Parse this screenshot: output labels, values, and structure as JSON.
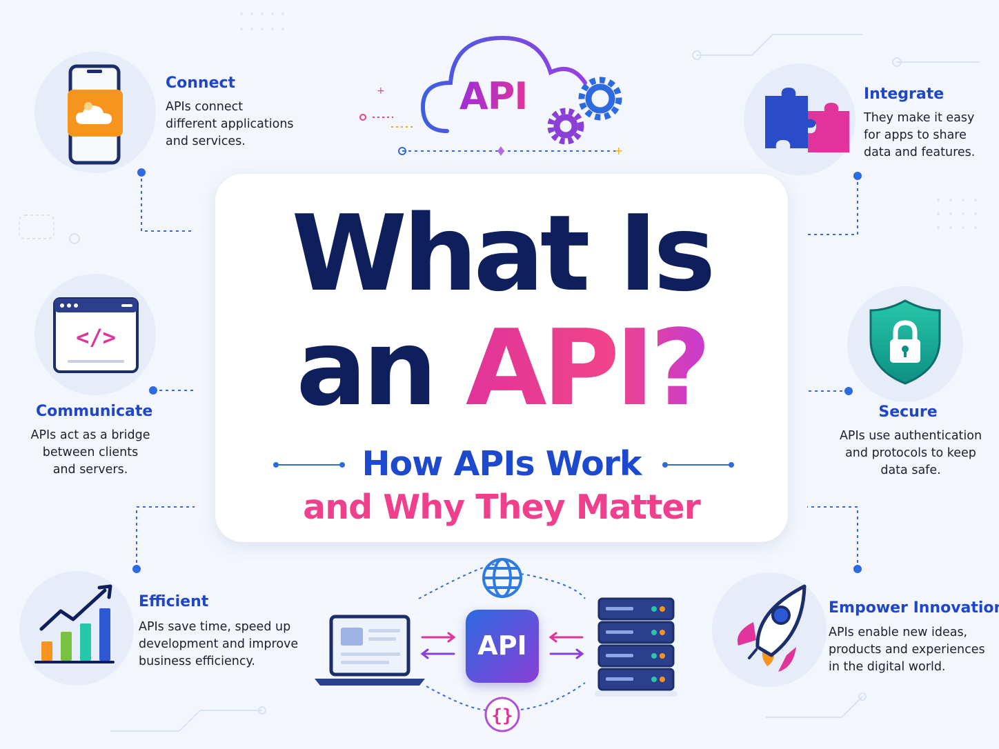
{
  "hero": {
    "line1": "What Is",
    "line2a": "an ",
    "line2b": "API?",
    "subtitle1": "How APIs Work",
    "subtitle2": "and Why They Matter"
  },
  "top_badge": "API",
  "center_badge": "API",
  "features": {
    "connect": {
      "title": "Connect",
      "lines": [
        "APIs connect",
        "different applications",
        "and services."
      ]
    },
    "integrate": {
      "title": "Integrate",
      "lines": [
        "They make it easy",
        "for apps to share",
        "data and features."
      ]
    },
    "communicate": {
      "title": "Communicate",
      "lines": [
        "APIs act as a bridge",
        "between clients",
        "and servers."
      ]
    },
    "secure": {
      "title": "Secure",
      "lines": [
        "APIs use authentication",
        "and protocols to keep",
        "data safe."
      ]
    },
    "efficient": {
      "title": "Efficient",
      "lines": [
        "APIs save time, speed up",
        "development and improve",
        "business efficiency."
      ]
    },
    "innovation": {
      "title": "Empower Innovation",
      "lines": [
        "APIs enable new ideas,",
        "products and experiences",
        "in the digital world."
      ]
    }
  },
  "icons": [
    "phone-cloud-icon",
    "cloud-api-icon",
    "gear-icon",
    "puzzle-icon",
    "code-window-icon",
    "shield-lock-icon",
    "growth-chart-icon",
    "laptop-icon",
    "globe-icon",
    "server-icon",
    "braces-icon",
    "rocket-icon"
  ],
  "colors": {
    "navy": "#0f1f5c",
    "blue": "#1d49cf",
    "pink": "#ef3f8d",
    "purple": "#8a3fd6",
    "teal": "#1bb59c",
    "orange": "#f7941d"
  }
}
